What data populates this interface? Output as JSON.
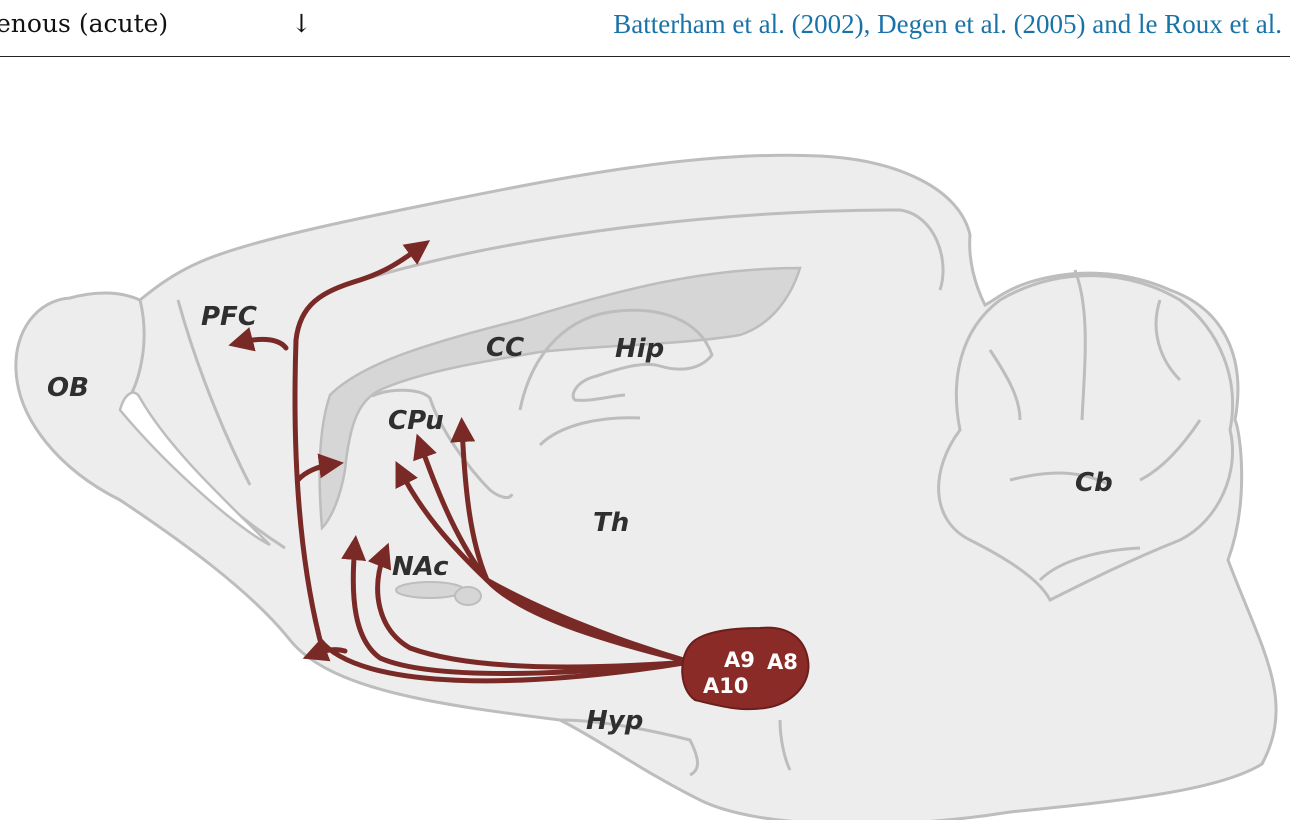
{
  "table": {
    "route": "enous (acute)",
    "effect": "↓",
    "references": "Batterham et al. (2002), Degen et al. (2005) and le Roux et al."
  },
  "diagram": {
    "regions": {
      "ob": "OB",
      "pfc": "PFC",
      "cc": "CC",
      "hip": "Hip",
      "cpu": "CPu",
      "th": "Th",
      "nac": "NAc",
      "hyp": "Hyp",
      "cb": "Cb"
    },
    "nuclei": {
      "a9": "A9",
      "a8": "A8",
      "a10": "A10"
    },
    "colors": {
      "brain_fill": "#ededed",
      "outline": "#bdbdbd",
      "corpus_callosum": "#d6d6d6",
      "pathway": "#7a2a26",
      "nucleus": "#8b2b28"
    }
  }
}
